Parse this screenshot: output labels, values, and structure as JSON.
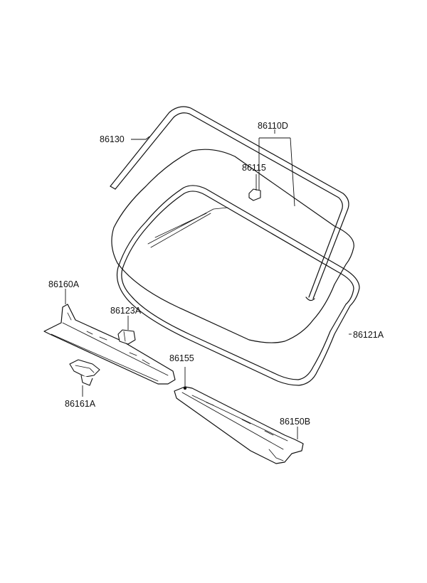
{
  "colors": {
    "line": "#111111",
    "background": "#ffffff"
  },
  "parts": [
    {
      "id": "p86130",
      "number": "86130"
    },
    {
      "id": "p86110D",
      "number": "86110D"
    },
    {
      "id": "p86115",
      "number": "86115"
    },
    {
      "id": "p86160A",
      "number": "86160A"
    },
    {
      "id": "p86123A",
      "number": "86123A"
    },
    {
      "id": "p86121A",
      "number": "86121A"
    },
    {
      "id": "p86155",
      "number": "86155"
    },
    {
      "id": "p86161A",
      "number": "86161A"
    },
    {
      "id": "p86150B",
      "number": "86150B"
    }
  ]
}
